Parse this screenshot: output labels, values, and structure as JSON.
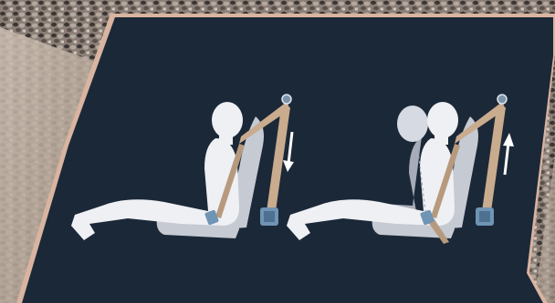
{
  "image": {
    "description_icon": "seatbelt-pretensioner-illustration",
    "colors": {
      "panel": "#1b2838",
      "panel_border": "#d9b4a0",
      "figure": "#eef0f4",
      "figure_shade": "#c9ced8",
      "seat": "#c6cad2",
      "seat_shade": "#a8adb7",
      "belt": "#c9ab8e",
      "buckle": "#6f94b4",
      "arrow": "#ffffff"
    },
    "scenes": [
      {
        "name": "belt-retracting",
        "arrow_direction": "down"
      },
      {
        "name": "belt-locking",
        "arrow_direction": "up"
      }
    ]
  }
}
